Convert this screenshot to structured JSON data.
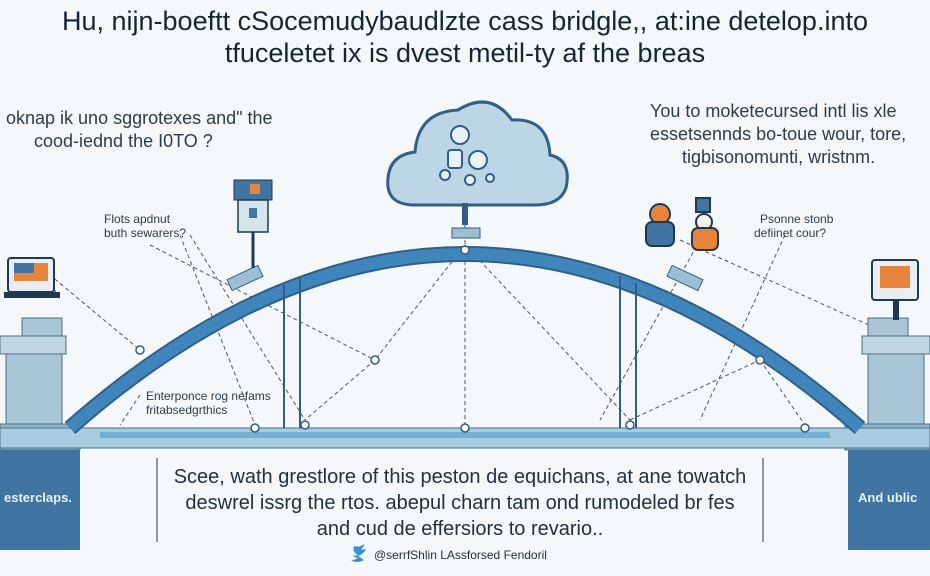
{
  "title": {
    "line1": "Hu, nijn-boeftt cSocemudybaudlzte cass bridgle,, at:ine detelop.into",
    "line2": "tfuceletet ix is dvest metil-ty af the breas"
  },
  "left_note": {
    "line1": "oknap ik uno sggrotexes and\" the",
    "line2": "cood-iednd the I0TO ?"
  },
  "right_note": {
    "line1": "You to moketecursed intl lis xle",
    "line2": "essetsennds bo-toue wour, tore,",
    "line3": "tigbisonomunti, wristnm."
  },
  "left_small": {
    "line1": "Flots apdnut",
    "line2": "buth sewarers?"
  },
  "right_small": {
    "line1": "Psonne stonb",
    "line2": "defiinet cour?"
  },
  "mid_label": {
    "line1": "Enterponce rog nefams",
    "line2": "fritabsedgrthics"
  },
  "left_pier_label": "esterclaps.",
  "right_pier_label": "And ublic",
  "bottom_text": {
    "line1": "Scee, wath grestlore of this peston de equichans, at ane towatch",
    "line2": "deswrel issrg the rtos. abepul charn tam ond rumodeled br fes",
    "line3": "and cud de effersiors to revario.."
  },
  "footer": "@serrfShlin LAssforsed Fendoril",
  "colors": {
    "arch": "#3b7cb0",
    "deck": "#8fc3dd",
    "pier": "#a9c6d6",
    "pier_dark": "#3f74a3",
    "accent": "#e8833a"
  }
}
